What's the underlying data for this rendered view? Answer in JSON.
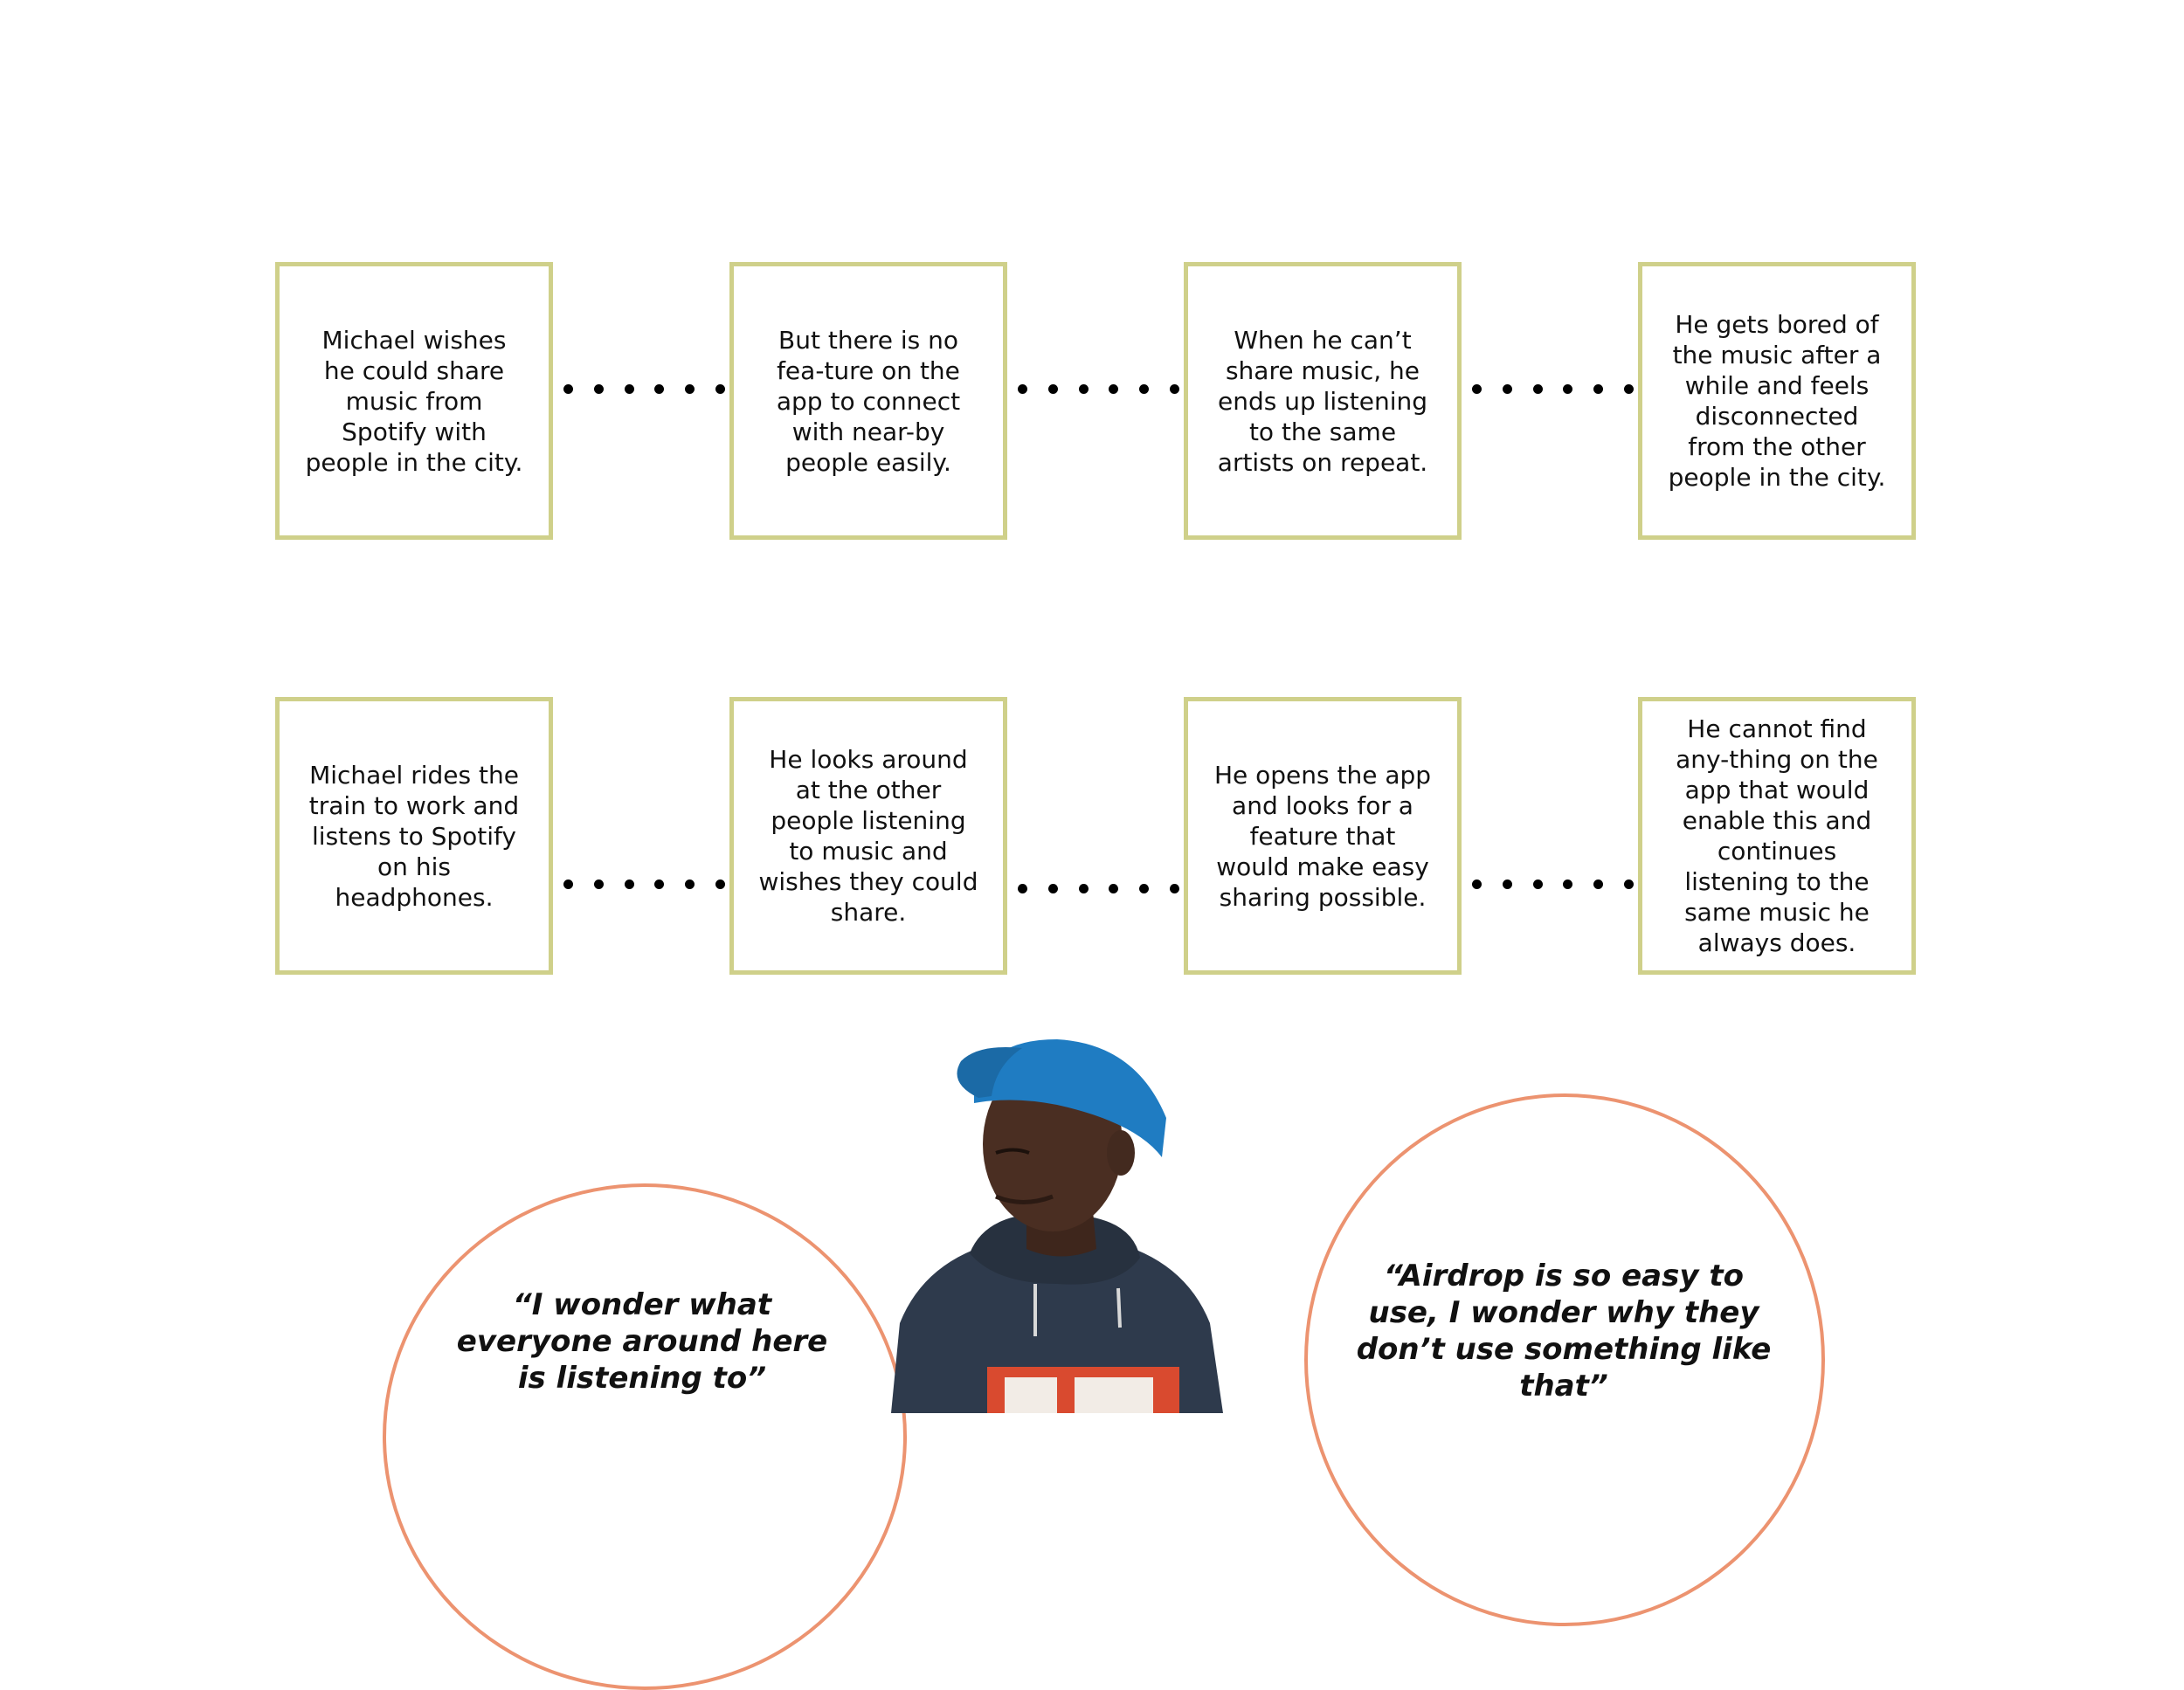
{
  "colors": {
    "card_border": "#cfd08a",
    "bubble_border": "#ec9370",
    "cap": "#1f7cc2",
    "hoodie": "#2e3a4c",
    "skin": "#4a2e22"
  },
  "rows": [
    {
      "cards": [
        "Michael wishes he could share music from Spotify with people in the city.",
        "But there is no fea-ture on the app to connect with near-by people easily.",
        "When he can’t share music, he ends up listening to the same artists on repeat.",
        "He gets bored of the music after a while and feels disconnected from the other people in the city."
      ]
    },
    {
      "cards": [
        "Michael rides the train to work and listens to Spotify on his headphones.",
        "He looks around at the other people listening to music and wishes they could share.",
        "He opens the app and looks for a feature that would make easy sharing possible.",
        "He cannot find any-thing on the app that would enable this and continues listening to the same music he always does."
      ]
    }
  ],
  "quotes": {
    "left": "“I wonder what everyone around here is listening to”",
    "right": "“Airdrop is so easy to use, I wonder why they don’t use something like that”"
  },
  "illustration": {
    "subject": "person-wearing-blue-cap-and-hoodie"
  }
}
